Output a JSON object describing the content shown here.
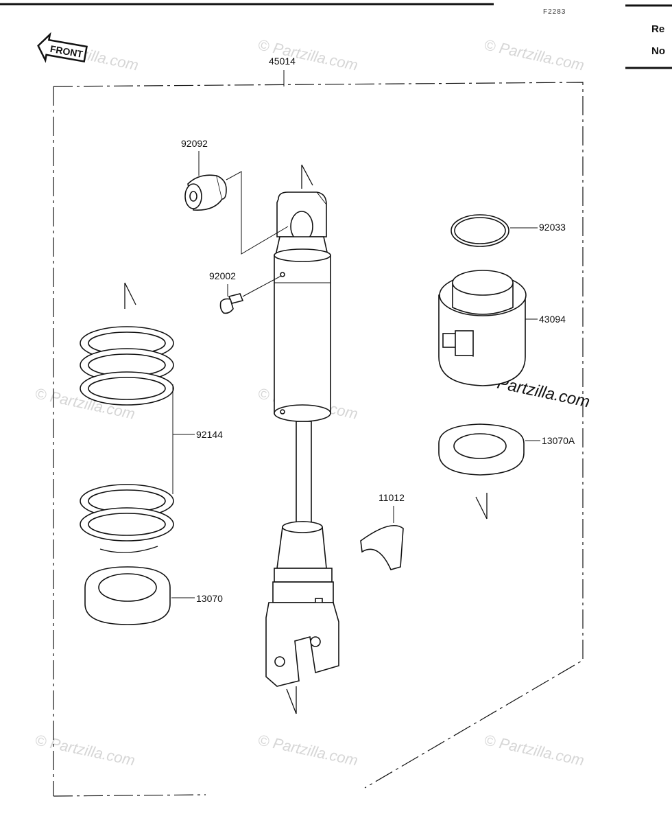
{
  "header": {
    "ref_code": "F2283",
    "side_note_line1": "Re",
    "side_note_line2": "No"
  },
  "front_badge": "FRONT",
  "assembly_label": "45014",
  "parts": [
    {
      "id": "p92092",
      "number": "92092"
    },
    {
      "id": "p92002",
      "number": "92002"
    },
    {
      "id": "p92033",
      "number": "92033"
    },
    {
      "id": "p43094",
      "number": "43094"
    },
    {
      "id": "p92144",
      "number": "92144"
    },
    {
      "id": "p13070A",
      "number": "13070A"
    },
    {
      "id": "p11012",
      "number": "11012"
    },
    {
      "id": "p13070",
      "number": "13070"
    }
  ],
  "watermark": {
    "text": "© Partzilla.com",
    "strong_text": "© Partzilla.com"
  },
  "colors": {
    "ink": "#111111",
    "watermark": "#d6d6d6",
    "background": "#ffffff"
  }
}
